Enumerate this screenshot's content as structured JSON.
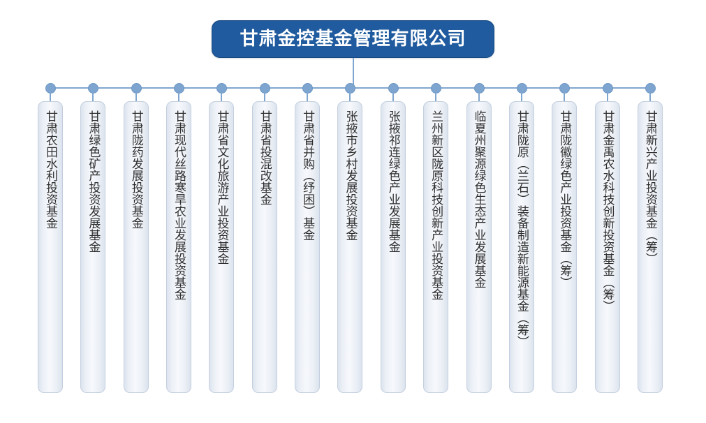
{
  "chart_title": "甘肃金控基金管理有限公司",
  "root": {
    "label": "甘肃金控基金管理有限公司",
    "fill_color": "#1F5B9E",
    "text_color": "#FFFFFF"
  },
  "connector": {
    "line_color": "#7FA6CE",
    "dot_color": "#7DA5D0"
  },
  "leaf_style": {
    "border_color": "#C3CFDF",
    "fill_start": "#DDE4EE",
    "fill_mid": "#F6F8FC",
    "text_color": "#2E2E2E"
  },
  "diagram_data": {
    "type": "organization-chart",
    "orientation": "horizontal-bus",
    "root_label": "甘肃金控基金管理有限公司",
    "child_count": 15,
    "children": [
      {
        "index": 1,
        "label": "甘肃农田水利投资基金"
      },
      {
        "index": 2,
        "label": "甘肃绿色矿产投资发展基金"
      },
      {
        "index": 3,
        "label": "甘肃陇药发展投资基金"
      },
      {
        "index": 4,
        "label": "甘肃现代丝路寒旱农业发展投资基金"
      },
      {
        "index": 5,
        "label": "甘肃省文化旅游产业投资基金"
      },
      {
        "index": 6,
        "label": "甘肃省投混改基金"
      },
      {
        "index": 7,
        "label": "甘肃省并购（纾困）基金"
      },
      {
        "index": 8,
        "label": "张掖市乡村发展投资基金"
      },
      {
        "index": 9,
        "label": "张掖祁连绿色产业发展基金"
      },
      {
        "index": 10,
        "label": "兰州新区陇原科技创新产业投资基金"
      },
      {
        "index": 11,
        "label": "临夏州聚源绿色生态产业发展基金"
      },
      {
        "index": 12,
        "label": "甘肃陇原（兰石）装备制造新能源基金（筹）"
      },
      {
        "index": 13,
        "label": "甘肃陇徽绿色产业投资基金（筹）"
      },
      {
        "index": 14,
        "label": "甘肃金禹农水科技创新投资基金（筹）"
      },
      {
        "index": 15,
        "label": "甘肃新兴产业投资基金（筹）"
      }
    ]
  }
}
